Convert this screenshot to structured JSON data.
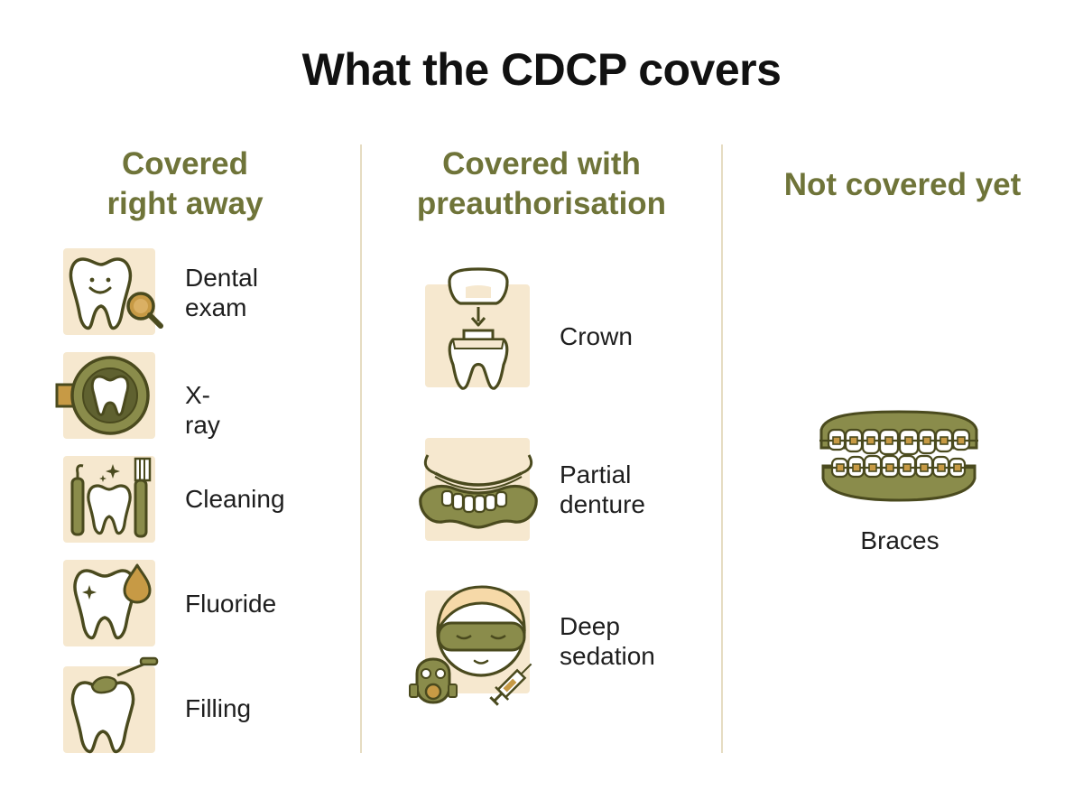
{
  "title": "What the CDCP covers",
  "colors": {
    "heading": "#6f7439",
    "icon_stroke": "#4a4a1e",
    "icon_fill": "#8a8c4b",
    "tile": "#f6e8cf",
    "divider": "#e6dcc2"
  },
  "columns": [
    {
      "heading": "Covered\nright away",
      "items": [
        {
          "label": "Dental\nexam",
          "icon": "tooth-magnifier-icon"
        },
        {
          "label": "X-ray",
          "icon": "xray-tooth-icon"
        },
        {
          "label": "Cleaning",
          "icon": "tooth-cleaning-icon"
        },
        {
          "label": "Fluoride",
          "icon": "tooth-fluoride-drop-icon"
        },
        {
          "label": "Filling",
          "icon": "tooth-filling-icon"
        }
      ]
    },
    {
      "heading": "Covered with\npreauthorisation",
      "items": [
        {
          "label": "Crown",
          "icon": "tooth-crown-icon"
        },
        {
          "label": "Partial\ndenture",
          "icon": "partial-denture-icon"
        },
        {
          "label": "Deep\nsedation",
          "icon": "deep-sedation-icon"
        }
      ]
    },
    {
      "heading": "Not covered yet",
      "items": [
        {
          "label": "Braces",
          "icon": "braces-icon"
        }
      ]
    }
  ]
}
